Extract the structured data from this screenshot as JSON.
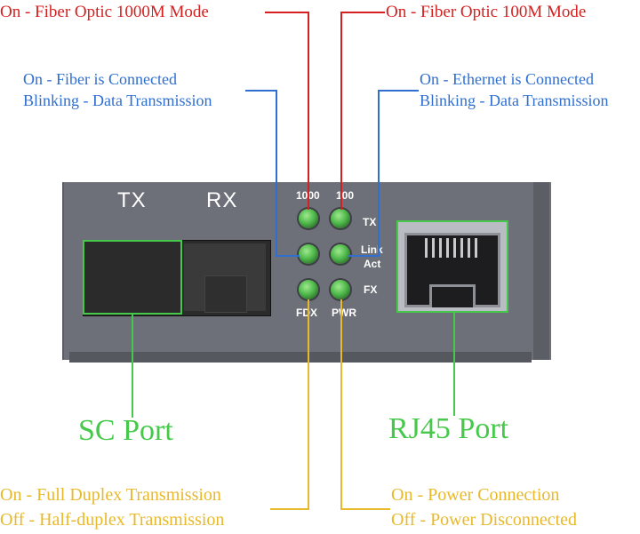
{
  "annotations": {
    "fiber_1000m": "On - Fiber Optic 1000M Mode",
    "fiber_100m": "On - Fiber Optic 100M Mode",
    "fiber_connected_on": "On - Fiber is Connected",
    "fiber_connected_blink": "Blinking - Data Transmission",
    "ethernet_connected_on": "On - Ethernet is Connected",
    "ethernet_connected_blink": "Blinking - Data Transmission",
    "sc_port": "SC Port",
    "rj45_port": "RJ45 Port",
    "duplex_on": "On - Full Duplex Transmission",
    "duplex_off": "Off - Half-duplex Transmission",
    "power_on": "On - Power Connection",
    "power_off": "Off - Power Disconnected"
  },
  "panel": {
    "tx_label": "TX",
    "rx_label": "RX",
    "led_1000": "1000",
    "led_100": "100",
    "led_tx": "TX",
    "led_link": "Link",
    "led_act": "Act",
    "led_fx": "FX",
    "led_fdx": "FDX",
    "led_pwr": "PWR"
  },
  "colors": {
    "red": "#d62020",
    "blue": "#2f6fd0",
    "yellow": "#e8b92a",
    "green": "#46c94a",
    "panel": "#6b6e78"
  }
}
